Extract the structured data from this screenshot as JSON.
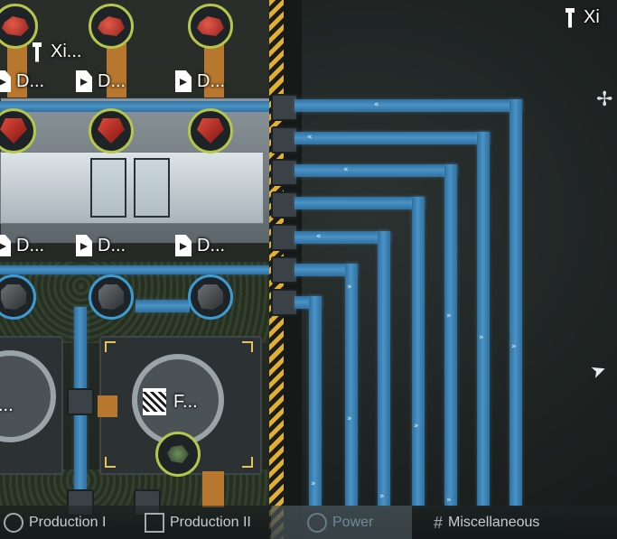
{
  "map": {
    "left_labels": [
      {
        "id": "xi-top-left",
        "text": "Xi..."
      },
      {
        "id": "d-row1-a",
        "text": "D..."
      },
      {
        "id": "d-row1-b",
        "text": "D..."
      },
      {
        "id": "d-row1-c",
        "text": "D..."
      },
      {
        "id": "d-row2-a",
        "text": "D..."
      },
      {
        "id": "d-row2-b",
        "text": "D..."
      },
      {
        "id": "d-row2-c",
        "text": "D..."
      },
      {
        "id": "f-label",
        "text": "F..."
      },
      {
        "id": "xi-top-right",
        "text": "Xi"
      }
    ],
    "side_labels": {
      "left_dots": "..."
    }
  },
  "colors": {
    "belt": "#4a93c6",
    "hazard": "#e0b030",
    "ring_green": "#b5c64a",
    "ring_blue": "#3d9bd3"
  },
  "tabs": [
    {
      "label": "Production I",
      "icon": "production-icon",
      "active": false
    },
    {
      "label": "Production II",
      "icon": "production-ii-icon",
      "active": false
    },
    {
      "label": "Power",
      "icon": "power-icon",
      "active": true
    },
    {
      "label": "Miscellaneous",
      "icon": "hash-icon",
      "active": false
    }
  ]
}
